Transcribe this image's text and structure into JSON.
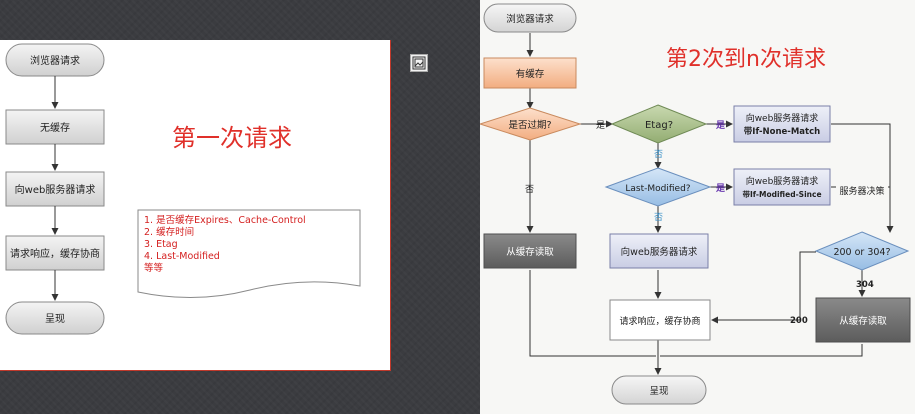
{
  "left": {
    "title": "第一次请求",
    "nodes": {
      "browser": "浏览器请求",
      "nocache": "无缓存",
      "request": "向web服务器请求",
      "response": "请求响应，缓存协商",
      "present": "呈现"
    },
    "notes": [
      "1. 是否缓存Expires、Cache-Control",
      "2. 缓存时间",
      "3. Etag",
      "4. Last-Modified",
      "等等"
    ]
  },
  "right": {
    "title": "第2次到n次请求",
    "nodes": {
      "browser": "浏览器请求",
      "hascache": "有缓存",
      "expired": "是否过期?",
      "etag": "Etag?",
      "etag_req_1": "向web服务器请求",
      "etag_req_2": "带If-None-Match",
      "lastmod": "Last-Modified?",
      "lm_req_1": "向web服务器请求",
      "lm_req_2": "带If-Modified-Since",
      "server_decide": "服务器决策",
      "status": "200 or 304?",
      "read_cache_left": "从缓存读取",
      "web_request": "向web服务器请求",
      "response": "请求响应，缓存协商",
      "read_cache_right": "从缓存读取",
      "present": "呈现"
    },
    "edges": {
      "yes1": "是",
      "yes2": "是",
      "yes3": "是",
      "no1": "否",
      "no2": "否",
      "no3": "否",
      "code304": "304",
      "code200": "200"
    }
  },
  "colors": {
    "background": "#3b3c40",
    "accent_red": "#e0302a",
    "note_red": "#d42020",
    "box_gray": "#e5e5e5",
    "diamond_orange": "#f7c4a0",
    "diamond_green": "#a9c08a",
    "diamond_blue": "#a8c8ea",
    "box_dark": "#6d6d6d"
  }
}
